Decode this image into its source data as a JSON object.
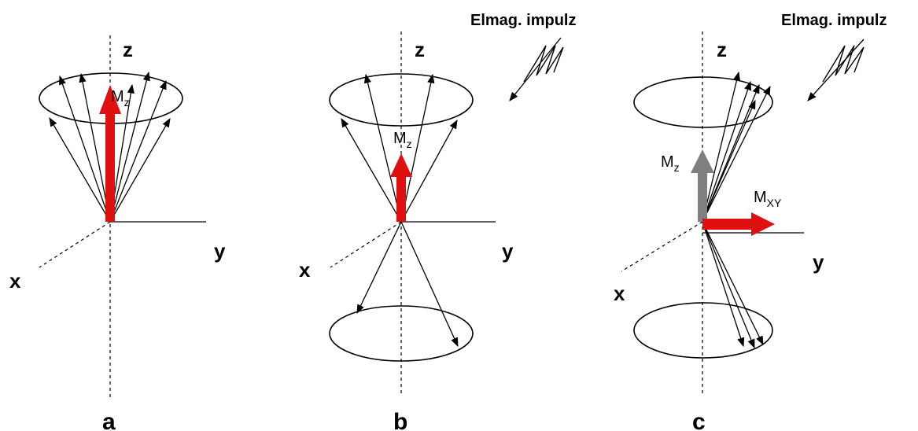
{
  "panels": [
    {
      "id": "a",
      "label": "a",
      "axes": {
        "x": "x",
        "y": "y",
        "z": "z"
      },
      "mz_label": "M",
      "mz_sub": "z"
    },
    {
      "id": "b",
      "label": "b",
      "axes": {
        "x": "x",
        "y": "y",
        "z": "z"
      },
      "mz_label": "M",
      "mz_sub": "z",
      "pulse_label": "Elmag. impulz"
    },
    {
      "id": "c",
      "label": "c",
      "axes": {
        "x": "x",
        "y": "y",
        "z": "z"
      },
      "mz_label": "M",
      "mz_sub": "z",
      "mxy_label": "M",
      "mxy_sub": "XY",
      "pulse_label": "Elmag. impulz"
    }
  ],
  "colors": {
    "mz_vector": "#e01010",
    "mz_vector_c": "#7f7f7f",
    "mxy_vector": "#e01010",
    "lines": "#000000"
  }
}
